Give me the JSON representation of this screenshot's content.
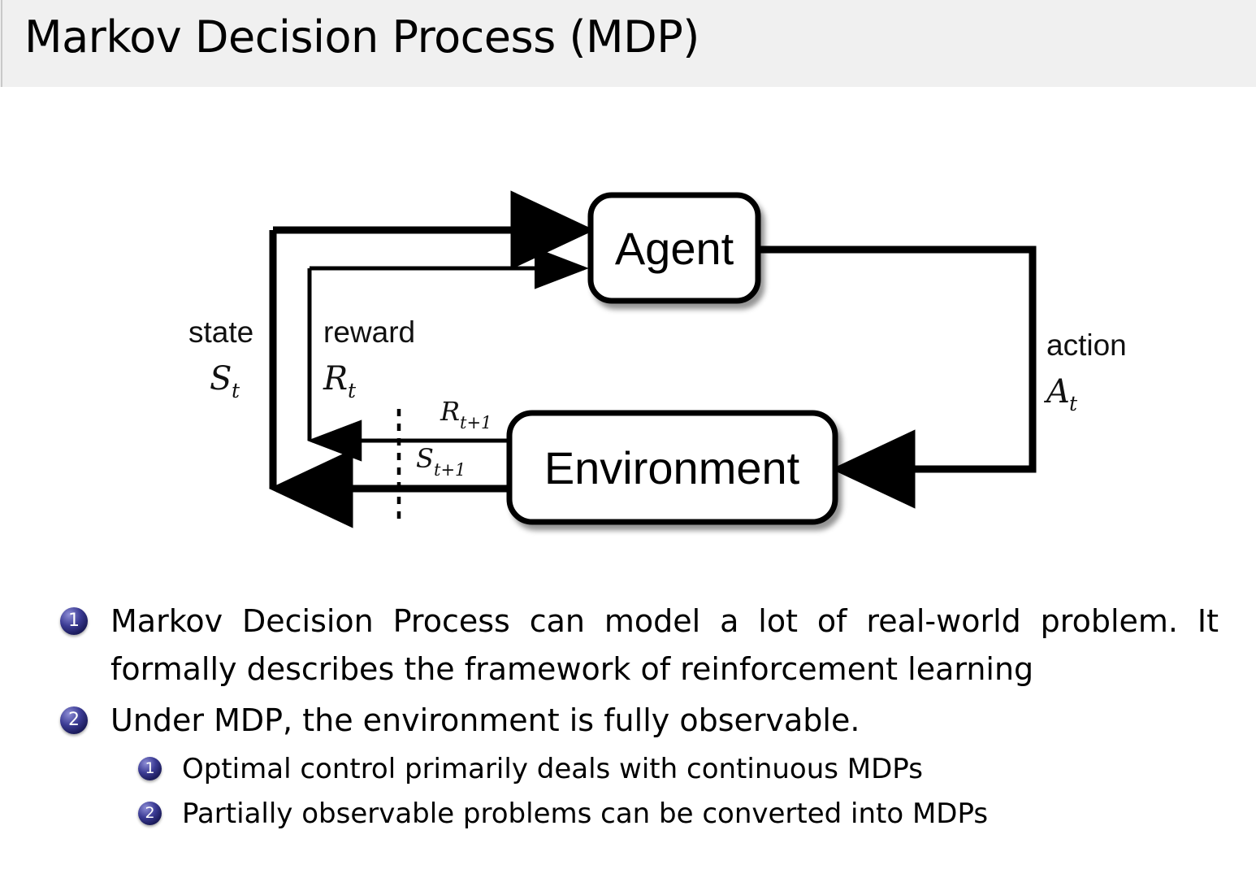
{
  "header": {
    "title": "Markov Decision Process (MDP)"
  },
  "diagram": {
    "name": "agent-environment-interaction-loop",
    "agent_box_label": "Agent",
    "environment_box_label": "Environment",
    "labels": {
      "state_word": "state",
      "state_symbol": "S",
      "state_symbol_subscript": "t",
      "reward_word": "reward",
      "reward_symbol": "R",
      "reward_symbol_subscript": "t",
      "action_word": "action",
      "action_symbol": "A",
      "action_symbol_subscript": "t",
      "next_reward_symbol": "R",
      "next_reward_subscript": "t+1",
      "next_state_symbol": "S",
      "next_state_subscript": "t+1"
    },
    "colors": {
      "stroke": "#000000",
      "box_fill": "#ffffff",
      "shadow": "#b0b0b0"
    }
  },
  "bullets": {
    "level1": [
      {
        "number": "1",
        "text": "Markov Decision Process can model a lot of real-world problem. It formally describes the framework of reinforcement learning"
      },
      {
        "number": "2",
        "text": "Under MDP, the environment is fully observable."
      }
    ],
    "level2": [
      {
        "number": "1",
        "text": "Optimal control primarily deals with continuous MDPs"
      },
      {
        "number": "2",
        "text": "Partially observable problems can be converted into MDPs"
      }
    ]
  },
  "colors": {
    "header_band": "#f0f0f0",
    "bullet_marker": "#2b2b7a",
    "text": "#000000",
    "background": "#ffffff"
  }
}
